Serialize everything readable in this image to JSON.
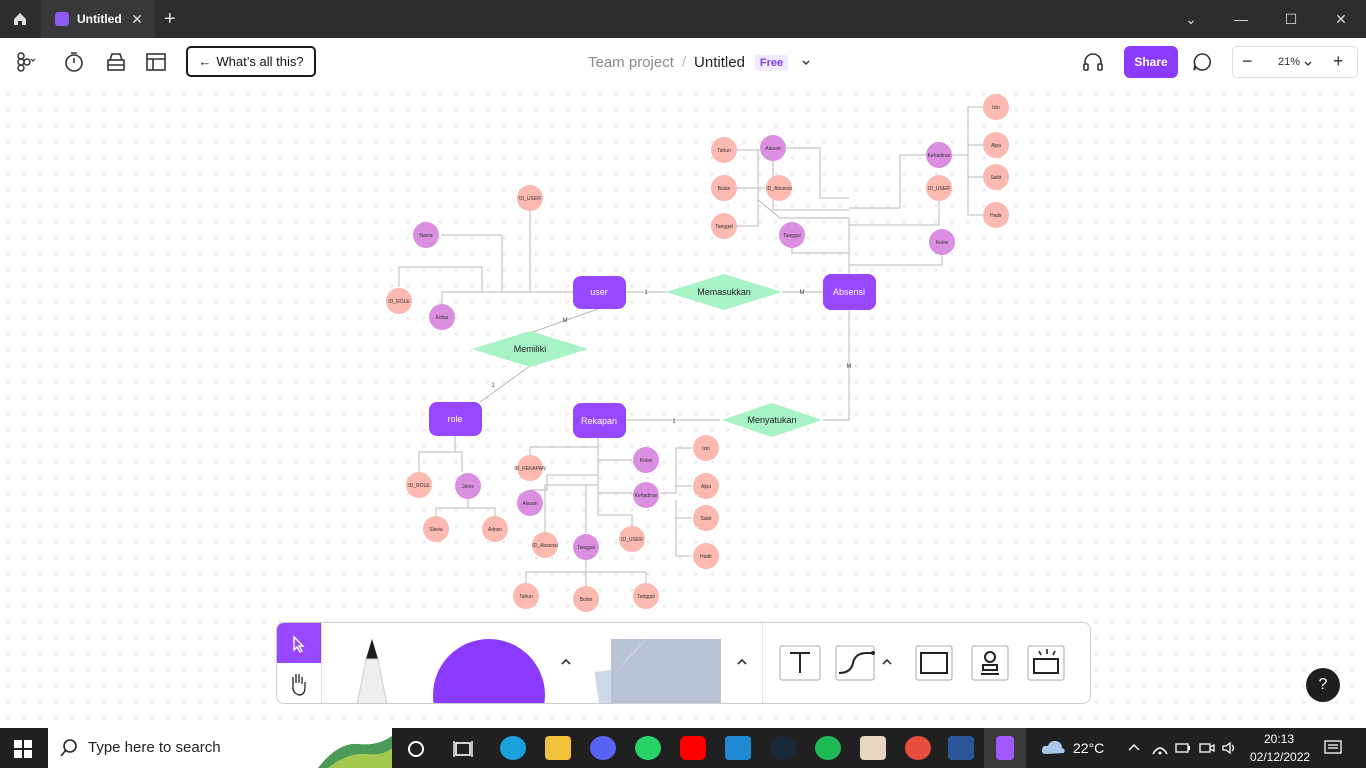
{
  "browser": {
    "tab_title": "Untitled",
    "tab_close": "✕",
    "new_tab": "+"
  },
  "toolbar": {
    "whats_label": "What’s all this?",
    "crumb_team": "Team project",
    "crumb_sep": "/",
    "crumb_file": "Untitled",
    "free_badge": "Free",
    "share_label": "Share",
    "zoom_value": "21%",
    "zoom_minus": "−",
    "zoom_plus": "+"
  },
  "diagram": {
    "entities": [
      "user",
      "Absensi",
      "role",
      "Rekapan"
    ],
    "relationships": [
      "Memasukkan",
      "Memiliki",
      "Menyatukan"
    ],
    "cardinality": [
      "1",
      "M"
    ],
    "attributes": {
      "nama": "Nama",
      "id_user": "ID_USER",
      "id_role": "ID_ROLE",
      "kelas": "Kelas",
      "tahun": "Tahun",
      "bulan": "Bulan",
      "tanggal": "Tanggal",
      "alasan": "Alasan",
      "id_absensi": "ID_Absensi",
      "kehadiran": "Kehadiran",
      "izin": "Izin",
      "alpa": "Alpa",
      "sakit": "Sakit",
      "hadir": "Hadir",
      "jenis": "Jenis",
      "siswa": "Siswa",
      "admin": "Admin",
      "id_rekapan": "ID_REKAPAN"
    }
  },
  "help": "?",
  "taskbar": {
    "search_placeholder": "Type here to search",
    "weather": "22°C",
    "time": "20:13",
    "date": "02/12/2022"
  }
}
